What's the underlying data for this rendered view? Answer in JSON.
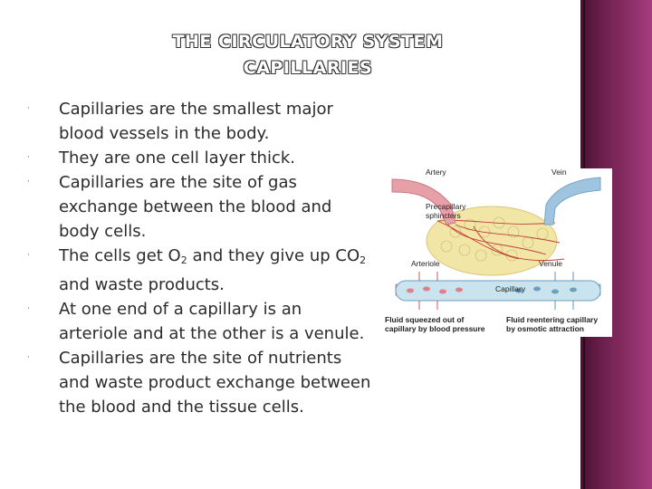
{
  "slide": {
    "title_line1": "THE CIRCULATORY SYSTEM",
    "title_line2": "CAPILLARIES",
    "bullet_marker": "·",
    "bullets": [
      {
        "text": "Capillaries are the smallest major blood vessels in the body."
      },
      {
        "text": "They are one cell layer thick."
      },
      {
        "text": "Capillaries are the site of gas exchange between the blood and body cells."
      },
      {
        "pre": "The cells get O",
        "sub1": "2",
        "mid": " and they give up CO",
        "sub2": "2",
        "post": " and waste products."
      },
      {
        "text": "At one end of a capillary is an arteriole and at the other is a venule."
      },
      {
        "text": "Capillaries are the site of nutrients and waste product exchange between the blood and the tissue cells."
      }
    ]
  },
  "figure": {
    "labels": {
      "artery": "Artery",
      "vein": "Vein",
      "precapillary_1": "Precapillary",
      "precapillary_2": "sphincters",
      "arteriole": "Arteriole",
      "venule": "Venule",
      "capillary": "Capillary",
      "fluid_out_1": "Fluid squeezed out of",
      "fluid_out_2": "capillary by blood pressure",
      "fluid_in_1": "Fluid reentering capillary",
      "fluid_in_2": "by osmotic attraction"
    },
    "colors": {
      "artery": "#e8a0a8",
      "vein": "#9fc4e0",
      "tissue": "#f2e6a6",
      "capillary": "#c9e3ef",
      "side_band": "#7a2558"
    }
  }
}
